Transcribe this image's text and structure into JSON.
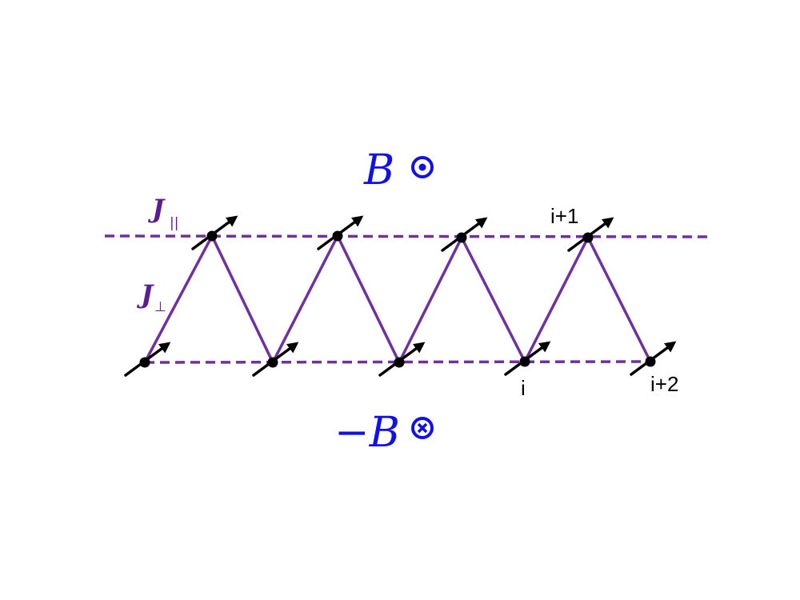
{
  "field_top": {
    "label": "B",
    "symbol": "out-of-page (dot) symbol"
  },
  "field_bottom": {
    "label": "−B",
    "symbol": "into-page (cross) symbol"
  },
  "couplings": {
    "parallel": {
      "symbol": "J",
      "subscript": "||"
    },
    "perpendicular": {
      "symbol": "J",
      "subscript": "⊥"
    }
  },
  "site_labels": {
    "top": "i+1",
    "bottom_i": "i",
    "bottom_i2": "i+2"
  },
  "colors": {
    "field": "#1010e8",
    "bond": "#7030a0",
    "coupling_text": "#5a1f8c",
    "spin": "#000000"
  },
  "lattice": {
    "top_sites": 4,
    "bottom_sites": 5,
    "spin_orientation": "all spins point up-right (parallel)"
  }
}
